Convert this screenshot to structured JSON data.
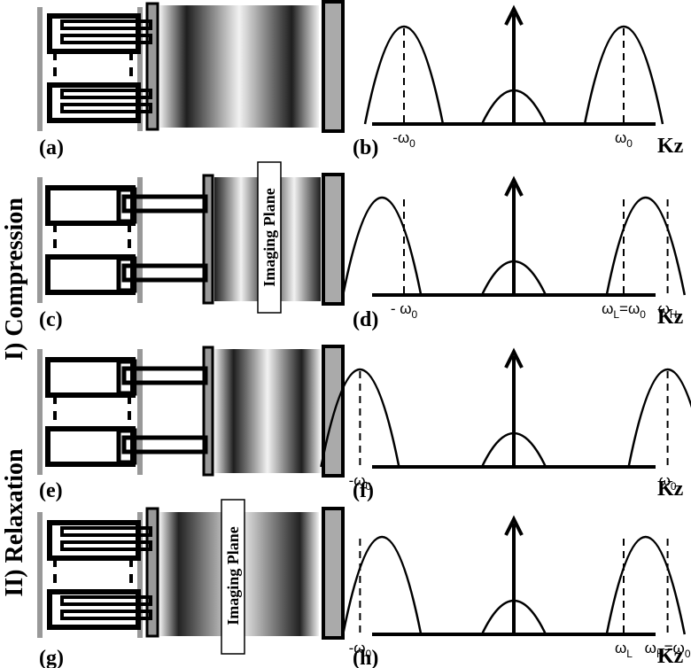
{
  "section_labels": {
    "compression": "I) Compression",
    "relaxation": "II) Relaxation"
  },
  "imaging_plane_label": "Imaging Plane",
  "axis_label": "Kz",
  "rows": [
    {
      "left_label": "(a)",
      "right_label": "(b)",
      "tick_labels": [
        {
          "main": "-ω",
          "sub": "0",
          "value": -1.0
        },
        {
          "main": "ω",
          "sub": "0",
          "value": 1.0
        }
      ]
    },
    {
      "left_label": "(c)",
      "right_label": "(d)",
      "tick_labels": [
        {
          "main": "- ω",
          "sub": "0",
          "value": -1.0
        },
        {
          "main": "ω",
          "sub": "L",
          "suffix": "=ω",
          "sub2": "0",
          "value": 1.0
        },
        {
          "main": "ω",
          "sub": "H",
          "value": 1.4
        }
      ]
    },
    {
      "left_label": "(e)",
      "right_label": "(f)",
      "tick_labels": [
        {
          "main": "-ω",
          "sub": "0",
          "value": -1.4
        },
        {
          "main": "ω",
          "sub": "0",
          "value": 1.4
        }
      ]
    },
    {
      "left_label": "(g)",
      "right_label": "(h)",
      "tick_labels": [
        {
          "main": "-ω",
          "sub": "0",
          "value": -1.4
        },
        {
          "main": "ω",
          "sub": "L",
          "value": 1.0
        },
        {
          "main": "ω",
          "sub": "H",
          "suffix": "=ω",
          "sub2": "0",
          "value": 1.4
        }
      ]
    }
  ],
  "spectra": [
    {
      "center": 0.0,
      "peaks": [
        {
          "center": -1.0,
          "dashes": [
            -1.0
          ]
        },
        {
          "center": 1.0,
          "dashes": [
            1.0
          ]
        }
      ]
    },
    {
      "center": 0.0,
      "peaks": [
        {
          "center": -1.2,
          "dashes": [
            -1.0
          ]
        },
        {
          "center": 1.2,
          "dashes": [
            1.0,
            1.4
          ]
        }
      ]
    },
    {
      "center": 0.0,
      "peaks": [
        {
          "center": -1.4,
          "dashes": [
            -1.4
          ]
        },
        {
          "center": 1.4,
          "dashes": [
            1.4
          ]
        }
      ]
    },
    {
      "center": 0.0,
      "peaks": [
        {
          "center": -1.2,
          "dashes": [
            -1.4
          ]
        },
        {
          "center": 1.2,
          "dashes": [
            1.0,
            1.4
          ]
        }
      ]
    }
  ]
}
